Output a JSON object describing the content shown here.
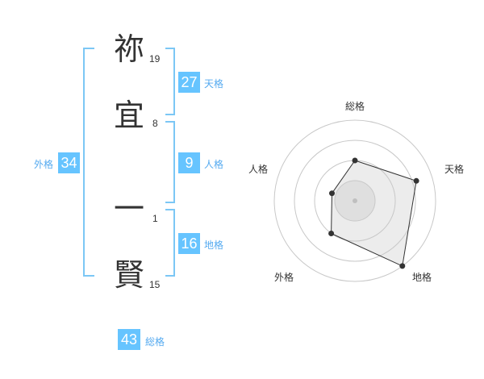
{
  "name_chars": [
    {
      "char": "祢",
      "strokes": "19"
    },
    {
      "char": "宜",
      "strokes": "8"
    },
    {
      "char": "一",
      "strokes": "1"
    },
    {
      "char": "賢",
      "strokes": "15"
    }
  ],
  "fortunes": {
    "tenkaku": {
      "value": "27",
      "label": "天格"
    },
    "jinkaku": {
      "value": "9",
      "label": "人格"
    },
    "chikaku": {
      "value": "16",
      "label": "地格"
    },
    "gaikaku": {
      "value": "34",
      "label": "外格"
    },
    "soukaku": {
      "value": "43",
      "label": "総格"
    }
  },
  "colors": {
    "accent": "#66c4ff",
    "bracket": "#7cc7f5",
    "text": "#333333"
  },
  "chart_data": {
    "type": "radar",
    "axes": [
      "総格",
      "天格",
      "地格",
      "外格",
      "人格"
    ],
    "values": [
      0.5,
      0.8,
      1.0,
      0.5,
      0.3
    ],
    "rings": 4
  }
}
